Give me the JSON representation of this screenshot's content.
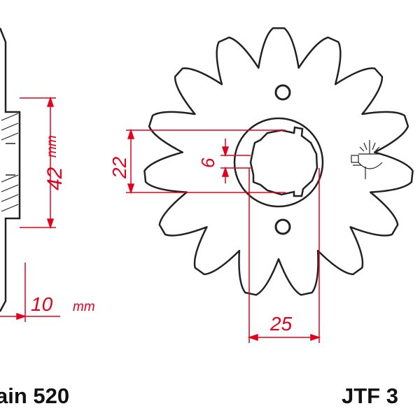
{
  "colors": {
    "outline": "#222222",
    "dimension": "#e3001b",
    "caption": "#111111"
  },
  "dimensions": {
    "center_hole_width": "22",
    "spline_tooth_width": "6",
    "bore_diameter": "25",
    "hub_height_value": "42",
    "hub_height_unit": "mm",
    "offset_value": "10",
    "offset_unit": "mm"
  },
  "captions": {
    "chain": "ain 520",
    "part_number": "JTF 3"
  },
  "icons": {
    "side_view": "sprocket-side-view-icon",
    "logo": "torch-logo-icon"
  }
}
